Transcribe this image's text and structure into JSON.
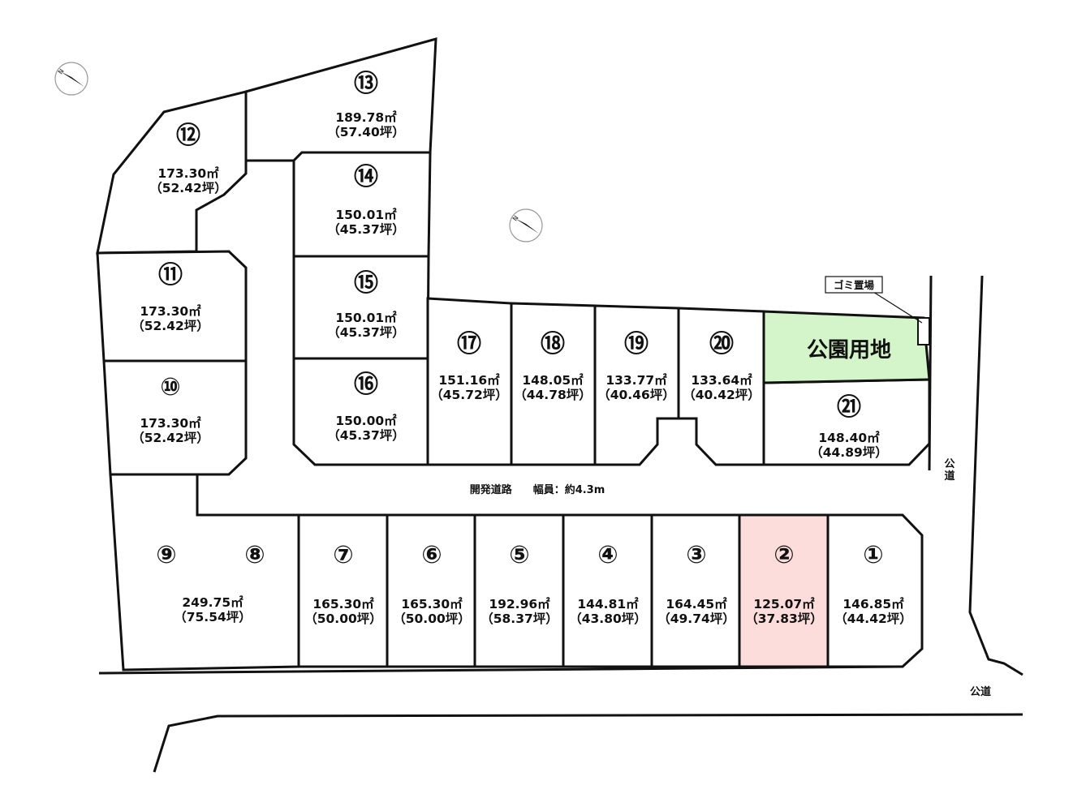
{
  "lots": [
    {
      "id": "1",
      "label": "①",
      "area": "146.85㎡",
      "tsubo": "（44.42坪）"
    },
    {
      "id": "2",
      "label": "②",
      "area": "125.07㎡",
      "tsubo": "（37.83坪）",
      "highlight": true
    },
    {
      "id": "3",
      "label": "③",
      "area": "164.45㎡",
      "tsubo": "（49.74坪）"
    },
    {
      "id": "4",
      "label": "④",
      "area": "144.81㎡",
      "tsubo": "（43.80坪）"
    },
    {
      "id": "5",
      "label": "⑤",
      "area": "192.96㎡",
      "tsubo": "（58.37坪）"
    },
    {
      "id": "6",
      "label": "⑥",
      "area": "165.30㎡",
      "tsubo": "（50.00坪）"
    },
    {
      "id": "7",
      "label": "⑦",
      "area": "165.30㎡",
      "tsubo": "（50.00坪）"
    },
    {
      "id": "8-9",
      "labels": [
        "⑨",
        "⑧"
      ],
      "area": "249.75㎡",
      "tsubo": "（75.54坪）"
    },
    {
      "id": "10",
      "label": "⑩",
      "area": "173.30㎡",
      "tsubo": "（52.42坪）"
    },
    {
      "id": "11",
      "label": "⑪",
      "area": "173.30㎡",
      "tsubo": "（52.42坪）"
    },
    {
      "id": "12",
      "label": "⑫",
      "area": "173.30㎡",
      "tsubo": "（52.42坪）"
    },
    {
      "id": "13",
      "label": "⑬",
      "area": "189.78㎡",
      "tsubo": "（57.40坪）"
    },
    {
      "id": "14",
      "label": "⑭",
      "area": "150.01㎡",
      "tsubo": "（45.37坪）"
    },
    {
      "id": "15",
      "label": "⑮",
      "area": "150.01㎡",
      "tsubo": "（45.37坪）"
    },
    {
      "id": "16",
      "label": "⑯",
      "area": "150.00㎡",
      "tsubo": "（45.37坪）"
    },
    {
      "id": "17",
      "label": "⑰",
      "area": "151.16㎡",
      "tsubo": "（45.72坪）"
    },
    {
      "id": "18",
      "label": "⑱",
      "area": "148.05㎡",
      "tsubo": "（44.78坪）"
    },
    {
      "id": "19",
      "label": "⑲",
      "area": "133.77㎡",
      "tsubo": "（40.46坪）"
    },
    {
      "id": "20",
      "label": "⑳",
      "area": "133.64㎡",
      "tsubo": "（40.42坪）"
    },
    {
      "id": "21",
      "label": "㉑",
      "area": "148.40㎡",
      "tsubo": "（44.89坪）"
    }
  ],
  "park_label": "公園用地",
  "garbage_label": "ゴミ置場",
  "dev_road_label": "開発道路　　幅員：約4.3m",
  "public_road_right": "公道",
  "public_road_bottom": "公道",
  "compass_letter": "N",
  "colors": {
    "highlight": "#fddcdc",
    "park": "#d4f5c9",
    "line": "#111111"
  }
}
